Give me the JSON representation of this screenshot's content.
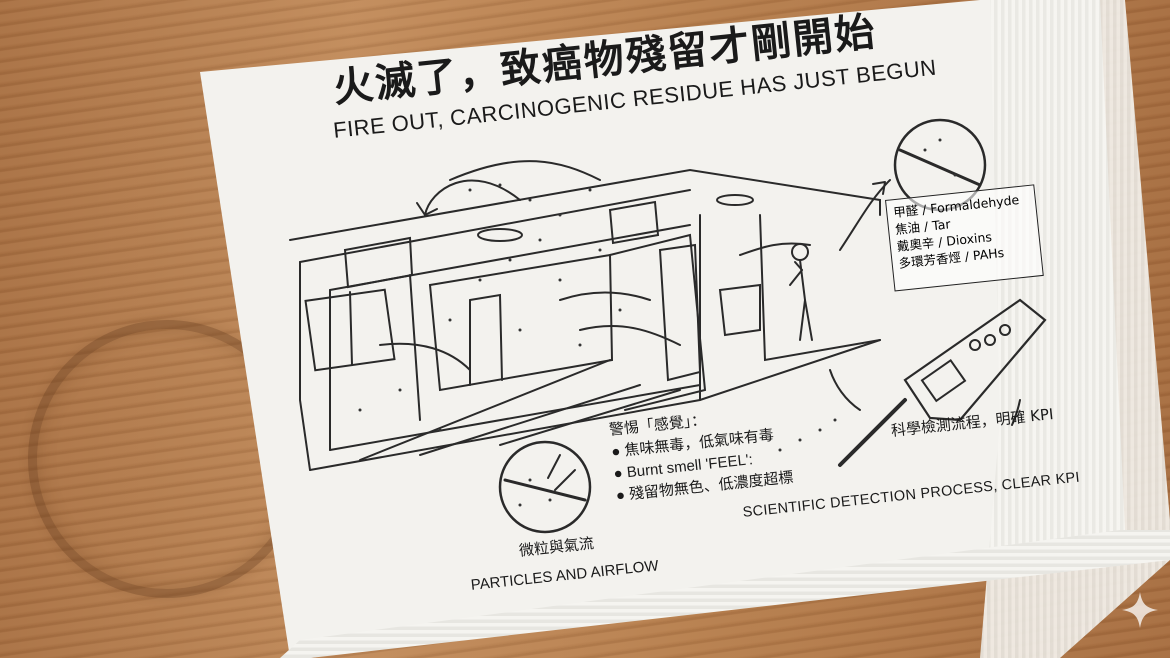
{
  "title": {
    "zh": "火滅了，致癌物殘留才剛開始",
    "en": "FIRE OUT, CARCINOGENIC RESIDUE HAS JUST BEGUN"
  },
  "chemicals": [
    "甲醛 / Formaldehyde",
    "焦油 / Tar",
    "戴奧辛 / Dioxins",
    "多環芳香烴 / PAHs"
  ],
  "warning": {
    "heading": "警惕「感覺」：",
    "point1": "● 焦味無毒，低氣味有毒",
    "point2": "● Burnt smell 'FEEL':",
    "point3": "● 殘留物無色、低濃度超標"
  },
  "detection": {
    "zh": "科學檢測流程，明確 KPI",
    "en": "SCIENTIFIC DETECTION PROCESS, CLEAR KPI"
  },
  "particles": {
    "zh": "微粒與氣流",
    "en": "PARTICLES AND AIRFLOW"
  },
  "icons": [
    "magnifier-icon",
    "detector-icon",
    "sparkle-icon"
  ]
}
